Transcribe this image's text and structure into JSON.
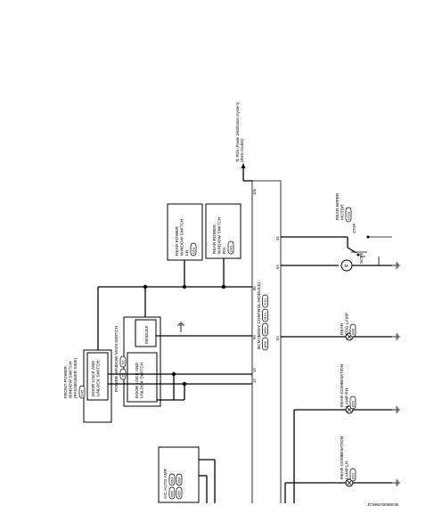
{
  "pds_note": {
    "line1": "To PDS (Power Distribution System)",
    "line2": "(RHD models)"
  },
  "front_switch": {
    "line1": "FRONT POWER",
    "line2": "WINDOW SWITCH",
    "line3": "(PASSENGER SIDE)",
    "connector": "D45",
    "inner_line1": "DOOR LOCK AND",
    "inner_line2": "UNLOCK SWITCH"
  },
  "main_switch": {
    "title": "POWER WINDOW MAIN SWITCH",
    "connectors": [
      "D5",
      "D6"
    ],
    "module_label": "MODULE",
    "inner_line1": "DOOR LOCK AND",
    "inner_line2": "UNLOCK SWITCH"
  },
  "rear_lh": {
    "line1": "REAR POWER",
    "line2": "WINDOW SWITCH",
    "line3": "LH",
    "connector": "D53"
  },
  "rear_rh": {
    "line1": "REAR POWER",
    "line2": "WINDOW SWITCH",
    "line3": "RH",
    "connector": "D43"
  },
  "bcm": {
    "title": "BCM (BODY CONTROL MODULE)",
    "connectors": [
      "M68",
      "M69",
      "M70",
      "E10"
    ],
    "pins": {
      "p106": "106",
      "p86": "86",
      "p69": "69",
      "p12": "12",
      "p13": "13",
      "p44": "44",
      "p54": "54",
      "p52": "52"
    }
  },
  "wiper": {
    "line1": "REAR WIPER",
    "line2": "MOTOR",
    "connector": "D110",
    "stop": "STOP",
    "move": "MOVE",
    "motor_symbol": "M"
  },
  "fog": {
    "line1": "REAR",
    "line2": "FOG LAMP",
    "connector": "B69"
  },
  "comb_rh": {
    "line1": "REAR COMBINATION",
    "line2": "LAMP RH",
    "connector": "B50"
  },
  "comb_lh": {
    "line1": "REAR COMBINATION",
    "line2": "LAMP LH",
    "connector": "B53"
  },
  "ac_amp": {
    "line1": "A/C AUTO AMP.",
    "connectors": [
      "M50",
      "M54",
      "M55",
      "M56"
    ]
  },
  "figure_code": "JCMWA5058GB",
  "icons": {
    "ground": "ground-icon",
    "arrow": "arrow-up-icon",
    "motor": "motor-icon",
    "lamp": "lamp-icon"
  }
}
